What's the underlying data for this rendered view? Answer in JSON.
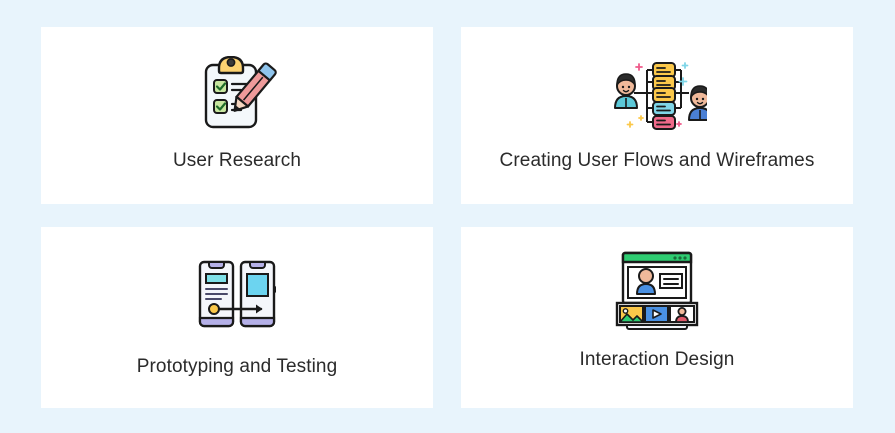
{
  "page": {
    "background_color": "#e8f4fc",
    "card_background_color": "#ffffff",
    "text_color": "#2b2b2b"
  },
  "cards": [
    {
      "id": "user-research",
      "label": "User Research",
      "icon": "clipboard-checklist-pencil-icon",
      "icon_colors": {
        "clipboard_body": "#f4f8fb",
        "clip": "#fcd271",
        "clip_knob": "#4a4a4a",
        "checkbox_fill": "#c8e6a0",
        "check_mark": "#2e7d32",
        "pencil_body": "#ef9a9a",
        "pencil_cap": "#7eb8e8",
        "outline": "#1a1a1a"
      }
    },
    {
      "id": "creating-user-flows-and-wireframes",
      "label": "Creating User Flows and Wireframes",
      "icon": "user-flow-diagram-icon",
      "icon_colors": {
        "person_left_shirt": "#5bc8d8",
        "person_right_shirt": "#4a7fd4",
        "skin": "#f0b99a",
        "hair": "#2b2b2b",
        "node_yellow": "#fbc84a",
        "node_blue": "#7fd6e8",
        "node_pink": "#f06a8a",
        "sparkle_pink": "#ef5a8a",
        "sparkle_blue": "#7fd6e8",
        "sparkle_yellow": "#fbc84a",
        "outline": "#1a1a1a"
      }
    },
    {
      "id": "prototyping-and-testing",
      "label": "Prototyping and Testing",
      "icon": "two-phones-prototype-flow-icon",
      "icon_colors": {
        "phone_body": "#f4f6fb",
        "phone_bar": "#b5b0e8",
        "screen_block": "#7fe0e8",
        "screen_big": "#6cd4f0",
        "line": "#4a4a6a",
        "dot": "#fbc84a",
        "outline": "#1a1a1a"
      }
    },
    {
      "id": "interaction-design",
      "label": "Interaction Design",
      "icon": "browser-media-cards-icon",
      "icon_colors": {
        "browser_bar": "#2ecc71",
        "browser_body": "#ffffff",
        "avatar_skin": "#f0b99a",
        "avatar_shirt": "#4a90e2",
        "card_image_bg": "#fbc84a",
        "card_image_hill": "#2ecc71",
        "card_video_bg": "#4a90e2",
        "card_person_shirt": "#e05a6a",
        "outline": "#1a1a1a"
      }
    }
  ]
}
